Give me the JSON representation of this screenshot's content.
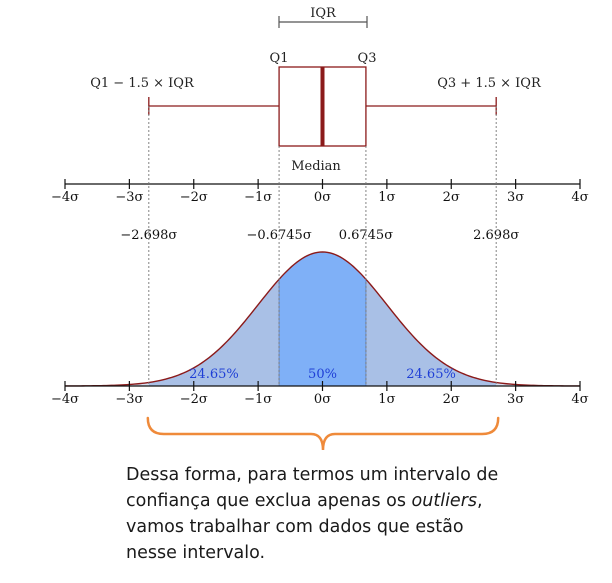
{
  "boxplot": {
    "iqr_label": "IQR",
    "q1_label": "Q1",
    "q3_label": "Q3",
    "lower_whisker_label": "Q1 − 1.5 × IQR",
    "upper_whisker_label": "Q3 + 1.5 × IQR",
    "median_label": "Median",
    "q1": -0.6745,
    "q3": 0.6745,
    "median": 0,
    "lower_fence": -2.698,
    "upper_fence": 2.698,
    "box_color": "#8b1a1a"
  },
  "axis_ticks": [
    "−4σ",
    "−3σ",
    "−2σ",
    "−1σ",
    "0σ",
    "1σ",
    "2σ",
    "3σ",
    "4σ"
  ],
  "tick_values": [
    -4,
    -3,
    -2,
    -1,
    0,
    1,
    2,
    3,
    4
  ],
  "value_labels": [
    {
      "value": -2.698,
      "text": "−2.698σ"
    },
    {
      "value": -0.6745,
      "text": "−0.6745σ"
    },
    {
      "value": 0.6745,
      "text": "0.6745σ"
    },
    {
      "value": 2.698,
      "text": "2.698σ"
    }
  ],
  "distribution": {
    "regions": [
      {
        "label": "24.65%",
        "from": -2.698,
        "to": -0.6745,
        "color": "#a9c0e6"
      },
      {
        "label": "50%",
        "from": -0.6745,
        "to": 0.6745,
        "color": "#7fb0f7"
      },
      {
        "label": "24.65%",
        "from": 0.6745,
        "to": 2.698,
        "color": "#a9c0e6"
      }
    ],
    "tail_color": "#d6dff0",
    "curve_color": "#8b1a1a",
    "label_color": "#1f3fd6"
  },
  "bracket_color": "#ef8a3a",
  "caption": {
    "line1": "Dessa forma, para termos um intervalo de",
    "line2_pre": "confiança que exclua apenas os ",
    "line2_italic": "outliers",
    "line2_post": ",",
    "line3": "vamos trabalhar com dados que estão",
    "line4": "nesse intervalo."
  }
}
